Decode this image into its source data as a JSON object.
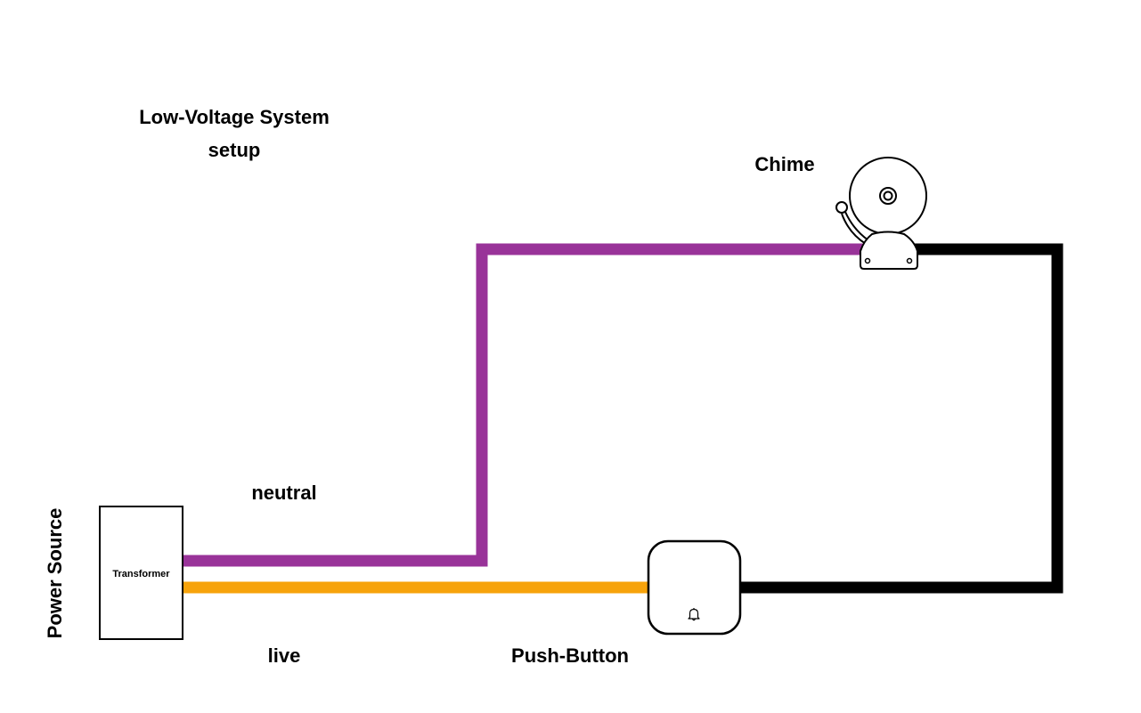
{
  "title": {
    "line1": "Low-Voltage System",
    "line2": "setup"
  },
  "labels": {
    "power_source": "Power Source",
    "transformer": "Transformer",
    "neutral": "neutral",
    "live": "live",
    "push_button": "Push-Button",
    "chime": "Chime"
  },
  "colors": {
    "neutral_wire": "#993399",
    "live_wire": "#f7a30b",
    "return_wire": "#000000",
    "outline": "#000000",
    "background": "#ffffff"
  },
  "components": [
    {
      "id": "transformer",
      "type": "transformer-box",
      "label": "Transformer"
    },
    {
      "id": "push_button",
      "type": "doorbell-button",
      "icon": "bell-icon"
    },
    {
      "id": "chime",
      "type": "electric-bell",
      "icon": "bell-chime-icon"
    }
  ],
  "wires": [
    {
      "name": "neutral",
      "from": "transformer",
      "to": "chime",
      "color": "#993399"
    },
    {
      "name": "live",
      "from": "transformer",
      "to": "push_button",
      "color": "#f7a30b"
    },
    {
      "name": "return",
      "from": "push_button",
      "to": "chime",
      "color": "#000000"
    }
  ]
}
